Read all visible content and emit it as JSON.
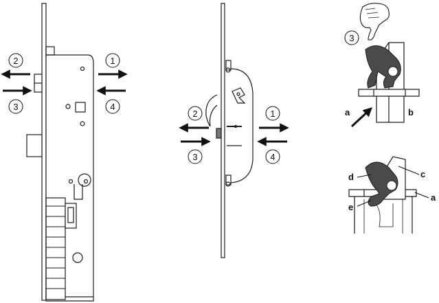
{
  "step_numbers": [
    "1",
    "2",
    "3",
    "4"
  ],
  "detail_top": {
    "step": "3",
    "label_a": "a",
    "label_b": "b"
  },
  "detail_bottom": {
    "label_a": "a",
    "label_c": "c",
    "label_d": "d",
    "label_e": "e"
  },
  "colors": {
    "stroke": "#1a1a1a",
    "gray_part": "#8a8a8a",
    "dark_part": "#4a4a4a",
    "light_fill": "#f4f4f4"
  }
}
